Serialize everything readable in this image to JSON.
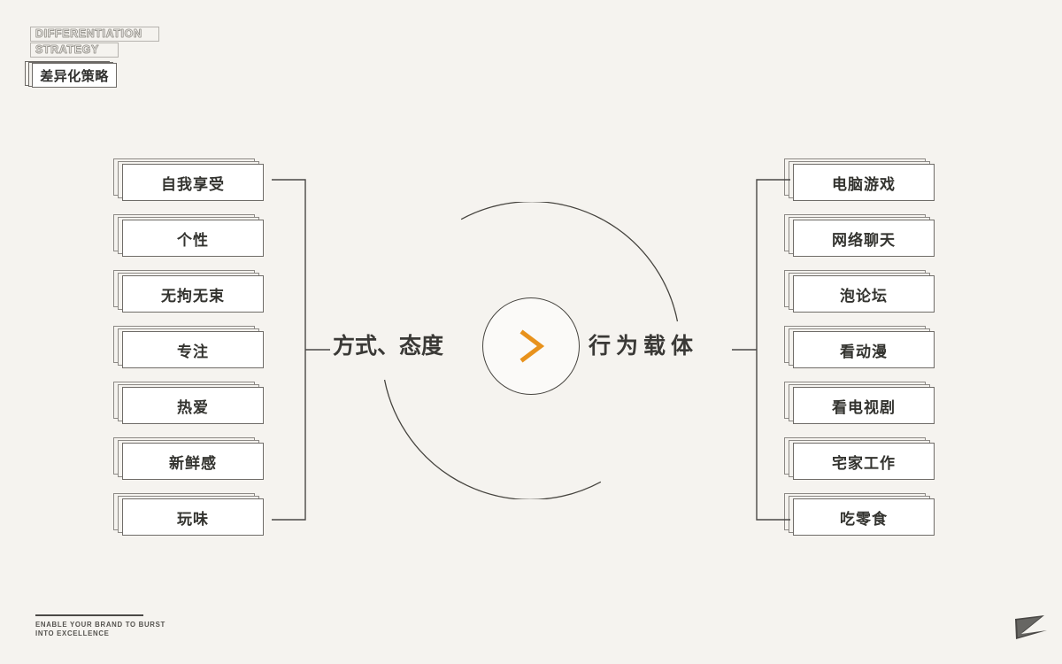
{
  "page": {
    "background_color": "#f5f3ef",
    "ink_color": "#3a3a38",
    "accent_color": "#e8921c"
  },
  "logo": {
    "line1": "DIFFERENTIATION",
    "line2": "STRATEGY",
    "chinese": "差异化策略"
  },
  "center": {
    "left_label": "方式、态度",
    "right_label": "行为载体",
    "chevron_icon": "chevron-right-icon",
    "chevron_color": "#e8921c"
  },
  "left_column": {
    "items": [
      {
        "label": "自我享受"
      },
      {
        "label": "个性"
      },
      {
        "label": "无拘无束"
      },
      {
        "label": "专注"
      },
      {
        "label": "热爱"
      },
      {
        "label": "新鲜感"
      },
      {
        "label": "玩味"
      }
    ]
  },
  "right_column": {
    "items": [
      {
        "label": "电脑游戏"
      },
      {
        "label": "网络聊天"
      },
      {
        "label": "泡论坛"
      },
      {
        "label": "看动漫"
      },
      {
        "label": "看电视剧"
      },
      {
        "label": "宅家工作"
      },
      {
        "label": "吃零食"
      }
    ]
  },
  "footer": {
    "tagline_line1": "ENABLE YOUR BRAND TO BURST",
    "tagline_line2": "INTO EXCELLENCE",
    "mark": "z-brush-logo"
  }
}
